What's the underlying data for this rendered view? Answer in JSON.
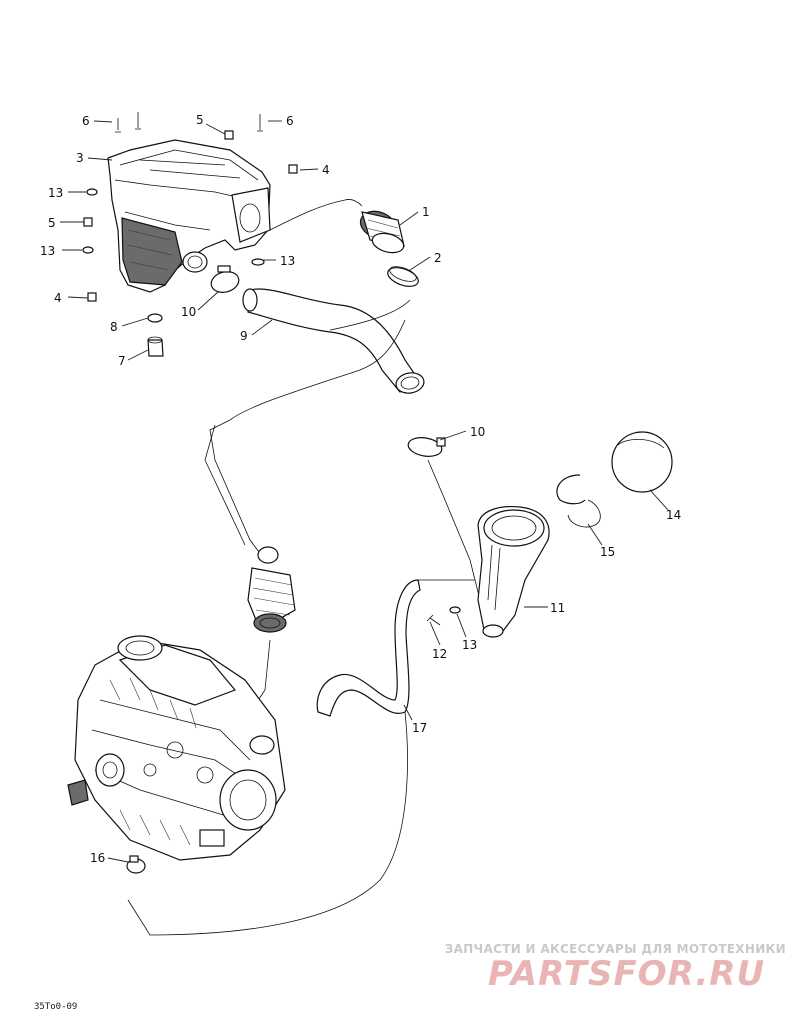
{
  "diagram": {
    "drawing_code": "35To0-09",
    "callouts": [
      "1",
      "2",
      "3",
      "4",
      "4",
      "5",
      "5",
      "6",
      "6",
      "7",
      "8",
      "9",
      "10",
      "10",
      "11",
      "12",
      "13",
      "13",
      "13",
      "13",
      "14",
      "15",
      "16",
      "17"
    ]
  },
  "watermark": {
    "top_text": "ЗАПЧАСТИ И АКСЕССУАРЫ ДЛЯ МОТОТЕХНИКИ",
    "logo_text": "PARTSFOR.RU",
    "logo_color": "#e8b4b4"
  }
}
